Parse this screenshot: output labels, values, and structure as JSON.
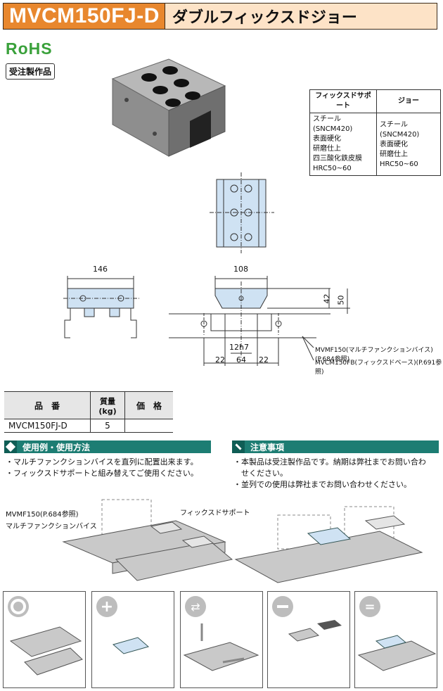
{
  "header": {
    "code": "MVCM150FJ-D",
    "name": "ダブルフィックスドジョー"
  },
  "rohs": "RoHS",
  "badge": "受注製作品",
  "spec_table": {
    "col1_title": "フィックスドサポート",
    "col2_title": "ジョー",
    "col1_lines": [
      "スチール(SNCM420)",
      "表面硬化",
      "研磨仕上",
      "四三酸化鉄皮膜",
      "HRC50~60"
    ],
    "col2_lines": [
      "スチール(SNCM420)",
      "表面硬化",
      "研磨仕上",
      "HRC50~60"
    ]
  },
  "dims": {
    "w146": "146",
    "w108": "108",
    "h42": "42",
    "h50": "50",
    "d12h7": "12h7",
    "d22a": "22",
    "d64": "64",
    "d22b": "22",
    "ref1": "MVMF150(マルチファンクションバイス)(P.684参照)",
    "ref2": "MVCM150FB(フィックスドベース)(P.691参照)"
  },
  "product_table": {
    "h_part": "品　番",
    "h_mass": "質量(kg)",
    "h_price": "価　格",
    "row_part": "MVCM150FJ-D",
    "row_mass": "5",
    "row_price": ""
  },
  "usage": {
    "title": "使用例・使用方法",
    "lines": [
      "・マルチファンクションバイスを直列に配置出来ます。",
      "・フィックスドサポートと組み替えてご使用ください。"
    ]
  },
  "caution": {
    "title": "注意事項",
    "lines": [
      "・本製品は受注製作品です。納期は弊社までお問い合わ",
      "　せください。",
      "・並列での使用は弊社までお問い合わせください。"
    ]
  },
  "illus": {
    "label1": "MVMF150(P.684参照)",
    "label2": "マルチファンクションバイス",
    "label3": "フィックスドサポート"
  },
  "colors": {
    "orange": "#e8872e",
    "peach": "#fde3c7",
    "teal": "#1d7d73",
    "blue": "#cfe2f3",
    "green": "#3aa13b"
  }
}
